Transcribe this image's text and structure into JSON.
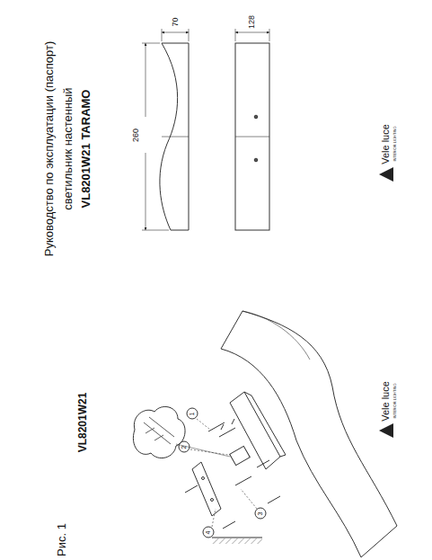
{
  "diagram": {
    "title": "Руководство по эксплуатации (паспорт)",
    "labels": [
      "светильник настенный",
      "VL8201W21 TARAMO",
      "70",
      "260",
      "128",
      "Рис. 1",
      "VL8201W21",
      "Vele luce",
      "INTERIOR LIGHTING",
      "Vele luce",
      "INTERIOR LIGHTING",
      "1",
      "2",
      "3",
      "4"
    ]
  }
}
